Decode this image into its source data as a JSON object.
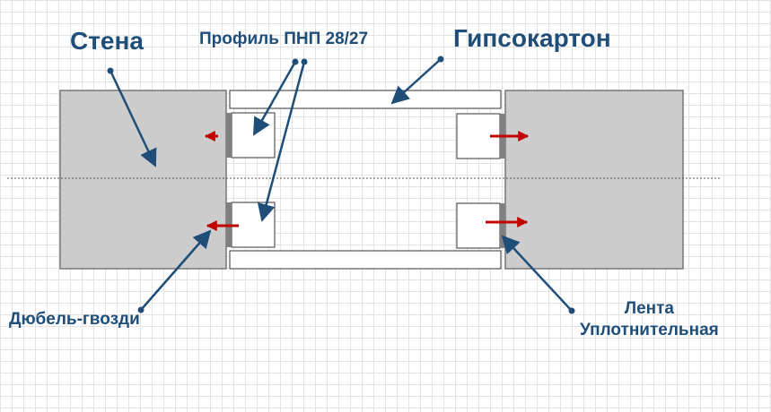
{
  "labels": {
    "wall": "Стена",
    "profile": "Профиль ПНП 28/27",
    "drywall": "Гипсокартон",
    "dowel_nails": "Дюбель-гвозди",
    "tape_line1": "Лента",
    "tape_line2": "Уплотнительная"
  },
  "colors": {
    "wall_fill": "#cccccc",
    "wall_stroke": "#777777",
    "label_text": "#1f4e79",
    "pointer_line": "#1f4e79",
    "force_arrow": "#c00000",
    "sealing_tape": "#808080",
    "axis_line": "#555555"
  }
}
